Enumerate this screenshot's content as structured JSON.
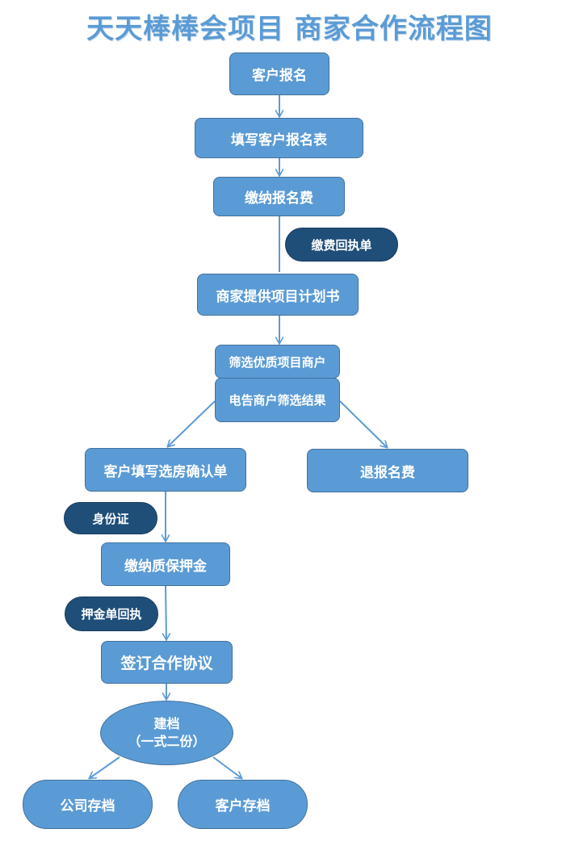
{
  "title": "天天棒棒会项目  商家合作流程图",
  "nodes": {
    "signup": "客户报名",
    "fill_form": "填写客户报名表",
    "pay_fee": "缴纳报名费",
    "fee_receipt": "缴费回执单",
    "merchant_plan": "商家提供项目计划书",
    "screen": "筛选优质项目商户",
    "notify": "电告商户筛选结果",
    "room_confirm": "客户填写选房确认单",
    "refund": "退报名费",
    "id_card": "身份证",
    "deposit": "缴纳质保押金",
    "deposit_receipt": "押金单回执",
    "agreement": "签订合作协议",
    "archive_line1": "建档",
    "archive_line2": "（一式二份）",
    "company_archive": "公司存档",
    "customer_archive": "客户存档"
  },
  "colors": {
    "box": "#5b9bd5",
    "pill": "#1f4e79",
    "arrow": "#5b9bd5"
  }
}
